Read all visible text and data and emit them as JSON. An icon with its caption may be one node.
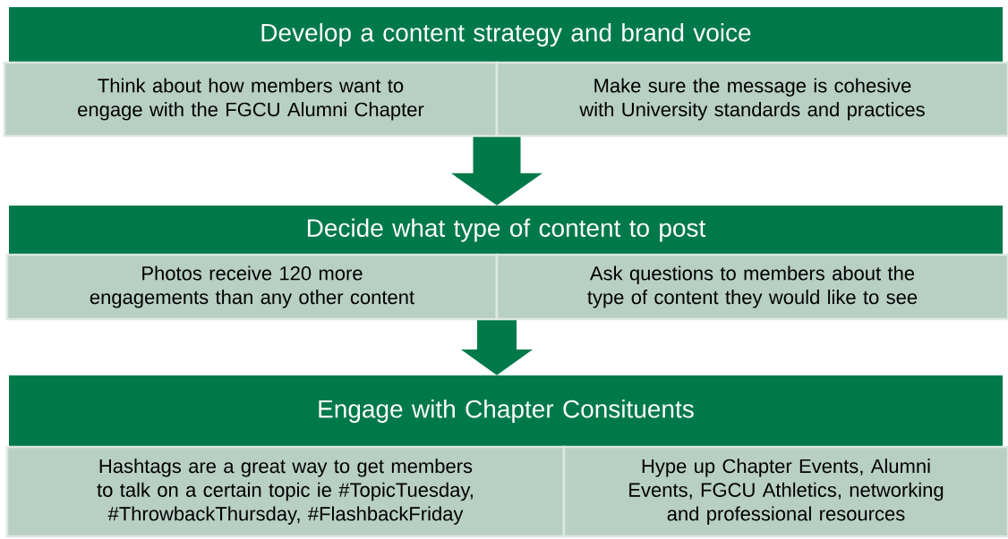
{
  "diagram": {
    "nodes": [
      {
        "text": [
          "Develop a content strategy and brand voice"
        ]
      },
      {
        "text": [
          "Think about how members want to engage with the FGCU Alumni Chapter"
        ]
      },
      {
        "text": [
          "Make sure the message is cohesive with University standards and practices"
        ]
      },
      {
        "text": [
          "Decide what type of content to post"
        ]
      },
      {
        "text": [
          "Photos receive 120 more engagements than any other content"
        ]
      },
      {
        "text": [
          "Ask questions to members about the type of content they would like to see"
        ]
      },
      {
        "text": [
          "Engage with Chapter Consituents"
        ]
      },
      {
        "text": [
          "Hashtags are a great way to get members to talk on a certain topic ie #TopicTuesday, #ThrowbackThursday, #FlashbackFriday"
        ]
      },
      {
        "text": [
          "Hype up Chapter Events, Alumni Events, FGCU Athletics, networking and professional resources"
        ]
      }
    ],
    "edges": [
      {
        "from": 1,
        "to": 3,
        "arrow": "to"
      },
      {
        "from": 2,
        "to": 3,
        "arrow": "to"
      },
      {
        "from": 4,
        "to": 6,
        "arrow": "to"
      },
      {
        "from": 5,
        "to": 6,
        "arrow": "to"
      }
    ]
  }
}
